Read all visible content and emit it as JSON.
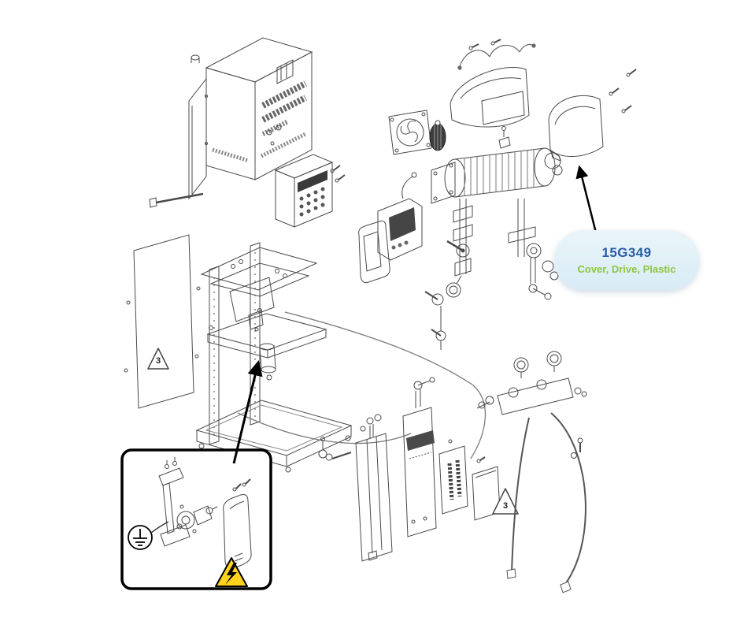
{
  "diagram": {
    "type": "exploded-parts-diagram",
    "background": "#ffffff"
  },
  "callout": {
    "part_number": "15G349",
    "description": "Cover, Drive, Plastic"
  },
  "labels": {
    "warning_triangle_left": "3",
    "warning_triangle_right": "3"
  },
  "colors": {
    "part_number_text": "#2b5ba6",
    "description_text": "#8cc63e",
    "callout_bubble": "#dcedf6",
    "warning_yellow": "#ffd21e",
    "line_art": "#4a4a4a"
  },
  "icons": {
    "ground": "protective-earth-ground-icon",
    "high_voltage": "high-voltage-lightning-icon",
    "warning_triangle": "warning-triangle-icon"
  }
}
